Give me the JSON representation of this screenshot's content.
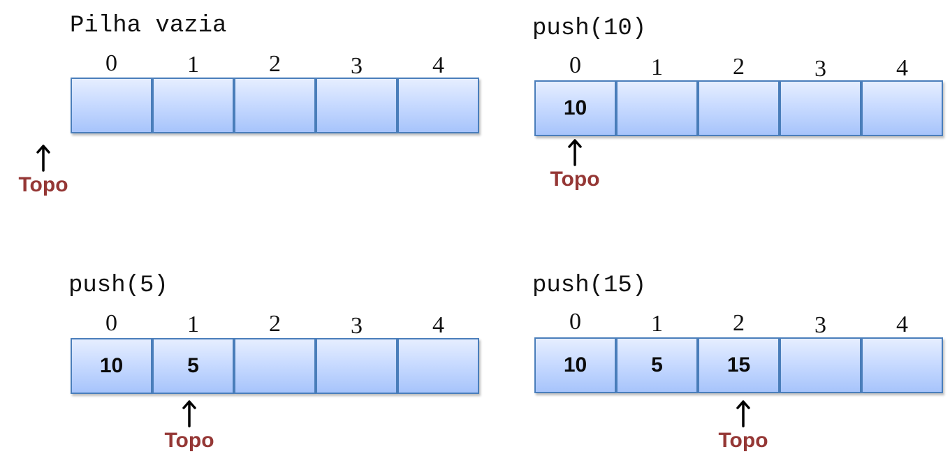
{
  "panels": [
    {
      "title": "Pilha vazia",
      "indices": [
        "0",
        "1",
        "2",
        "3",
        "4"
      ],
      "values": [
        "",
        "",
        "",
        "",
        ""
      ],
      "top_label": "Topo",
      "top_index": -1
    },
    {
      "title": "push(10)",
      "indices": [
        "0",
        "1",
        "2",
        "3",
        "4"
      ],
      "values": [
        "10",
        "",
        "",
        "",
        ""
      ],
      "top_label": "Topo",
      "top_index": 0
    },
    {
      "title": "push(5)",
      "indices": [
        "0",
        "1",
        "2",
        "3",
        "4"
      ],
      "values": [
        "10",
        "5",
        "",
        "",
        ""
      ],
      "top_label": "Topo",
      "top_index": 1
    },
    {
      "title": "push(15)",
      "indices": [
        "0",
        "1",
        "2",
        "3",
        "4"
      ],
      "values": [
        "10",
        "5",
        "15",
        "",
        ""
      ],
      "top_label": "Topo",
      "top_index": 2
    }
  ],
  "colors": {
    "cell_border": "#4a7ebb",
    "cell_fill_top": "#e6eeff",
    "cell_fill_bottom": "#a7c4fb",
    "pointer_label": "#953735",
    "arrow": "#000000"
  }
}
